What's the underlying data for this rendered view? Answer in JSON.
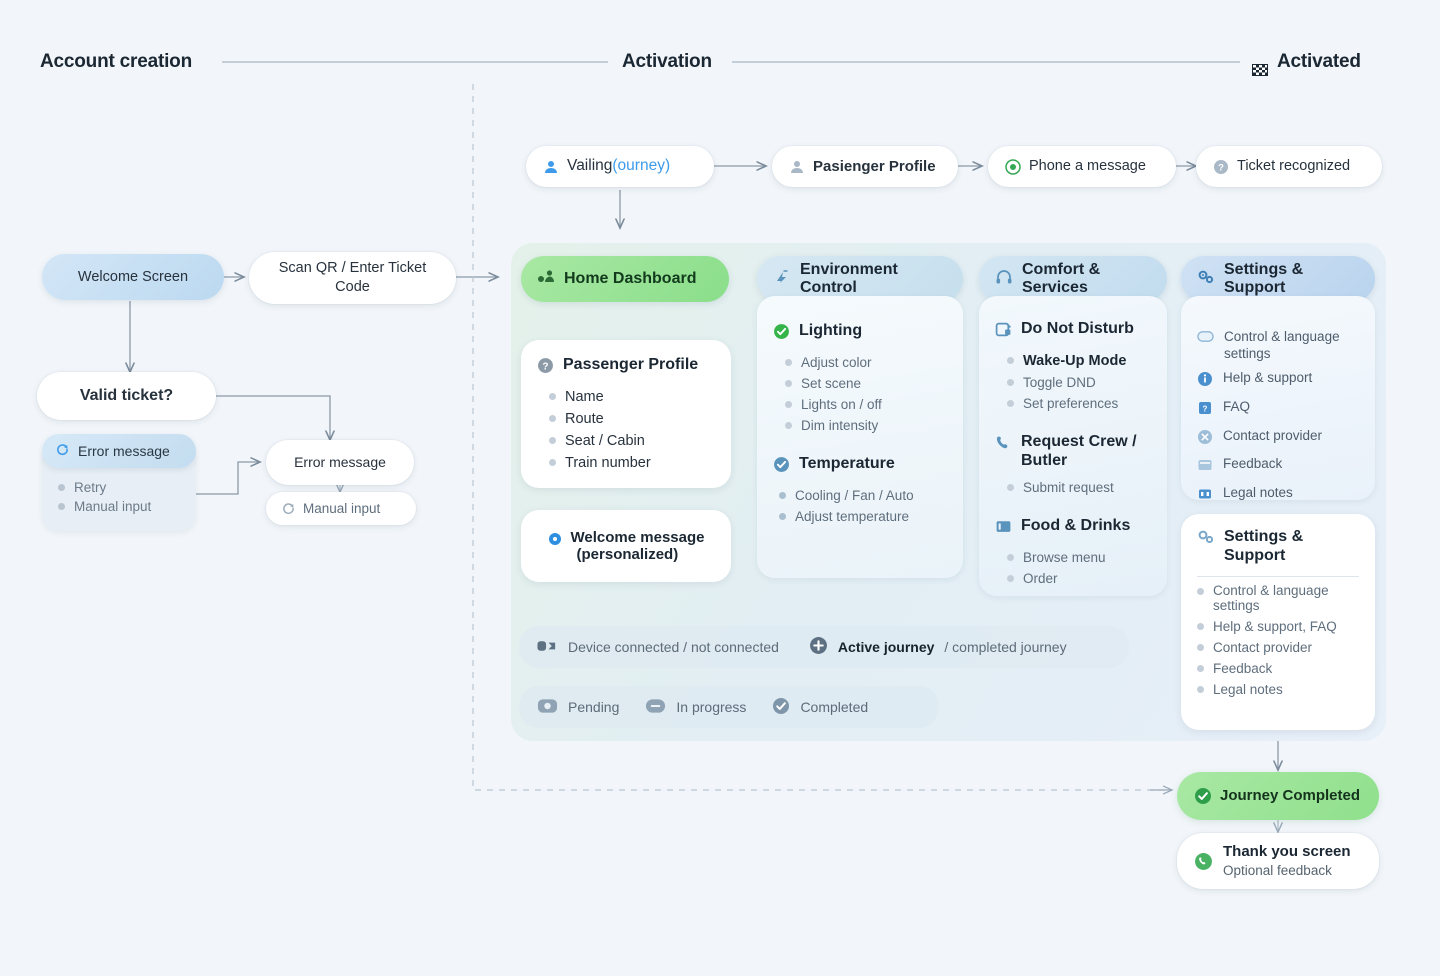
{
  "phases": {
    "account_creation": "Account creation",
    "activation": "Activation",
    "activated": "Activated",
    "activated_icon": "checkered-flag-icon"
  },
  "left_flow": {
    "welcome_screen": "Welcome Screen",
    "scan_qr": "Scan QR / Enter Ticket Code",
    "valid_ticket": "Valid ticket?",
    "error_block": {
      "title": "Error message",
      "title_icon": "refresh-icon",
      "items": [
        "Retry",
        "Manual input"
      ]
    },
    "error_message": "Error message",
    "manual_input": "Manual input",
    "manual_input_icon": "refresh-icon"
  },
  "top_flow": [
    {
      "label_dark": "Vailing",
      "label_blue": "(ourney)",
      "icon": "user-icon"
    },
    {
      "label": "Pasienger Profile",
      "icon": "user-icon",
      "bold": true
    },
    {
      "label": "Phone a message",
      "icon": "target-green-icon"
    },
    {
      "label": "Ticket recognized",
      "icon": "question-circle-icon"
    }
  ],
  "panel": {
    "columns": {
      "home_dashboard": {
        "header": "Home Dashboard",
        "header_icon": "dashboard-icon",
        "passenger_profile": {
          "title": "Passenger Profile",
          "icon": "question-circle-icon",
          "items": [
            "Name",
            "Route",
            "Seat / Cabin",
            "Train number"
          ]
        },
        "welcome_message": {
          "line1": "Welcome message",
          "line2": "(personalized)",
          "icon": "record-blue-icon"
        }
      },
      "environment_control": {
        "header": "Environment Control",
        "header_icon": "wind-icon",
        "groups": [
          {
            "title": "Lighting",
            "icon": "check-green-icon",
            "items": [
              "Adjust color",
              "Set scene",
              "Lights on / off",
              "Dim intensity"
            ]
          },
          {
            "title": "Temperature",
            "icon": "check-blue-icon",
            "items": [
              "Cooling / Fan / Auto",
              "Adjust temperature"
            ]
          }
        ]
      },
      "comfort_services": {
        "header": "Comfort & Services",
        "header_icon": "headphones-icon",
        "groups": [
          {
            "title": "Do Not Disturb",
            "icon": "moon-card-icon",
            "highlight": "Wake-Up Mode",
            "items": [
              "Toggle DND",
              "Set preferences"
            ]
          },
          {
            "title": "Request Crew / Butler",
            "icon": "phone-icon",
            "items": [
              "Submit request"
            ]
          },
          {
            "title": "Food & Drinks",
            "icon": "tray-icon",
            "items": [
              "Browse menu",
              "Order"
            ]
          }
        ]
      },
      "settings_support": {
        "header": "Settings & Support",
        "header_icon": "gears-icon",
        "items": [
          {
            "label": "Control & language settings",
            "icon": "toggle-icon"
          },
          {
            "label": "Help & support",
            "icon": "info-icon"
          },
          {
            "label": "FAQ",
            "icon": "faq-icon"
          },
          {
            "label": "Contact provider",
            "icon": "contact-icon"
          },
          {
            "label": "Feedback",
            "icon": "feedback-icon"
          },
          {
            "label": "Legal notes",
            "icon": "legal-icon"
          }
        ]
      }
    },
    "legend_status": {
      "device": {
        "icon": "device-link-icon",
        "label": "Device connected / not connected"
      },
      "journey": {
        "icon": "plus-circle-icon",
        "bold": "Active journey",
        "rest": "/ completed journey"
      }
    },
    "legend_progress": [
      {
        "label": "Pending",
        "icon": "pending-icon"
      },
      {
        "label": "In progress",
        "icon": "minus-circle-icon"
      },
      {
        "label": "Completed",
        "icon": "check-circle-icon"
      }
    ]
  },
  "right_flow": {
    "settings_support_card": {
      "header": "Settings & Support",
      "header_icon": "gears-icon",
      "items": [
        "Control & language settings",
        "Help & support, FAQ",
        "Contact provider",
        "Feedback",
        "Legal notes"
      ]
    },
    "journey_completed": {
      "label": "Journey Completed",
      "icon": "check-circle-green-icon"
    },
    "thank_you": {
      "line1": "Thank you screen",
      "line2": "Optional feedback",
      "icon": "phone-green-icon"
    }
  },
  "colors": {
    "background": "#f2f6fa",
    "green": "#8fe08c",
    "blue": "#bcd9f0",
    "accent_blue": "#3d9be9",
    "text": "#1b2733",
    "muted": "#6d7b89"
  }
}
